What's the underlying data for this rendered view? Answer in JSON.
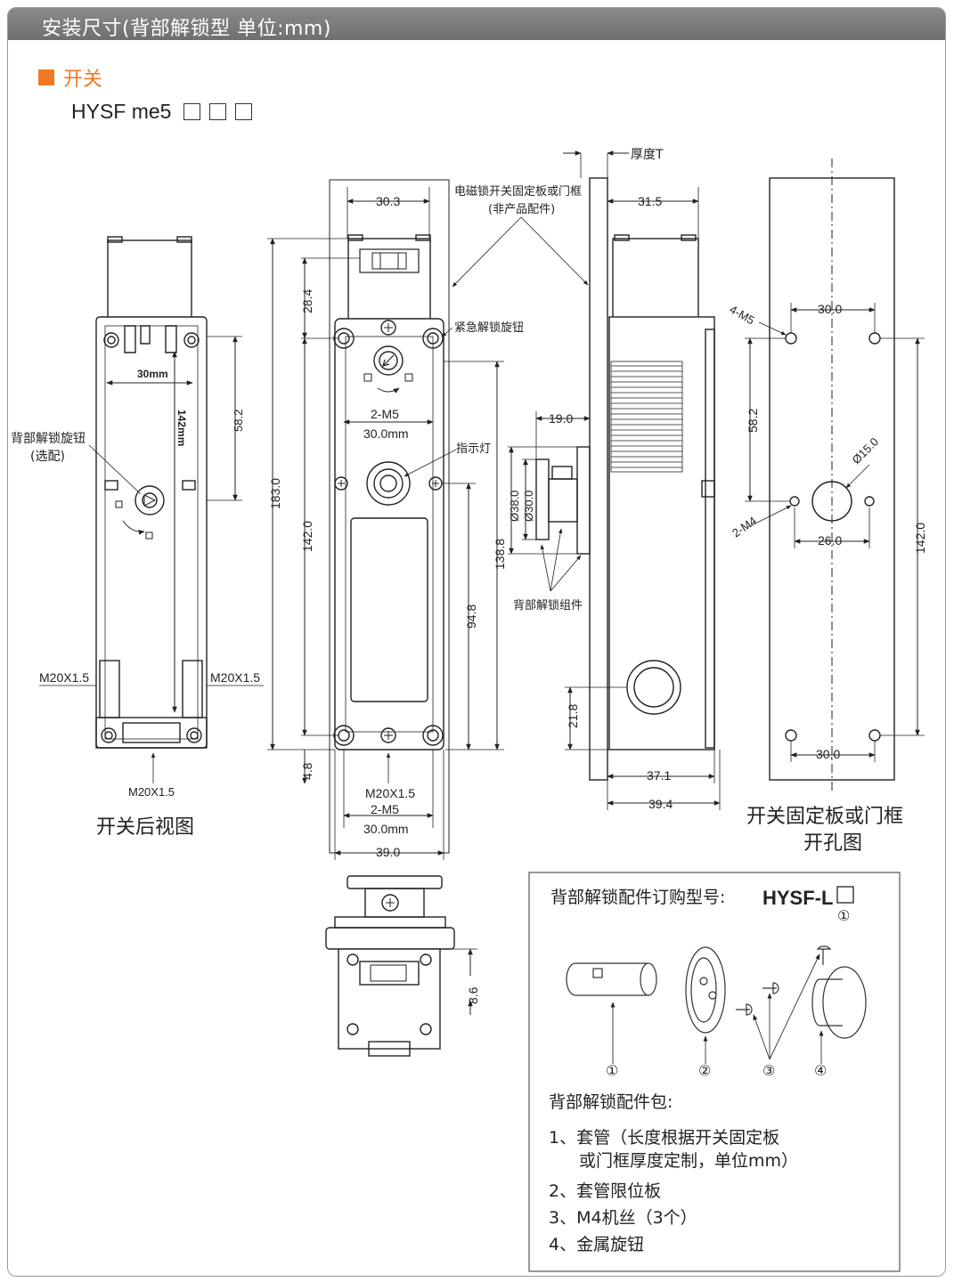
{
  "header": {
    "title": "安装尺寸(背部解锁型  单位:mm)"
  },
  "section": {
    "title": "开关",
    "model": "HYSF me5"
  },
  "views": {
    "rear_title": "开关后视图",
    "plate_title_line1": "开关固定板或门框",
    "plate_title_line2": "开孔图"
  },
  "callouts": {
    "rear_knob_l1": "背部解锁旋钮",
    "rear_knob_l2": "(选配)",
    "plate_l1": "电磁锁开关固定板或门框",
    "plate_l2": "(非产品配件)",
    "emergency_knob": "紧急解锁旋钮",
    "indicator": "指示灯",
    "rear_assembly": "背部解锁组件",
    "thickness": "厚度T"
  },
  "dims": {
    "d30mm": "30mm",
    "d142mm": "142mm",
    "d58_2": "58.2",
    "m20_left": "M20X1.5",
    "m20_right": "M20X1.5",
    "m20_bottom": "M20X1.5",
    "d30_3": "30.3",
    "d28_4": "28.4",
    "d183": "183.0",
    "d142": "142.0",
    "d4_8": "4.8",
    "d2m5_top": "2-M5",
    "d30_0mm_top": "30.0mm",
    "d138_8": "138.8",
    "d94_8": "94.8",
    "m20_front": "M20X1.5",
    "d2m5_bot": "2-M5",
    "d30_0mm_bot": "30.0mm",
    "d39": "39.0",
    "d31_5": "31.5",
    "d19": "19.0",
    "d38": "Ø38.0",
    "d30_dia": "Ø30.0",
    "d21_8": "21.8",
    "d37_1": "37.1",
    "d39_4": "39.4",
    "d8_6": "8.6",
    "p4m5": "4-M5",
    "p30_top": "30.0",
    "p58_2": "58.2",
    "p15": "Ø15.0",
    "p2m4": "2-M4",
    "p26": "26.0",
    "p142": "142.0",
    "p30_bot": "30.0"
  },
  "accessory": {
    "order_label": "背部解锁配件订购型号:",
    "order_model": "HYSF-L",
    "circle1": "①",
    "n1": "①",
    "n2": "②",
    "n3": "③",
    "n4": "④",
    "pack_title": "背部解锁配件包:",
    "item1_l1": "1、套管（长度根据开关固定板",
    "item1_l2": "或门框厚度定制，单位mm）",
    "item2": "2、套管限位板",
    "item3": "3、M4机丝（3个）",
    "item4": "4、金属旋钮"
  }
}
